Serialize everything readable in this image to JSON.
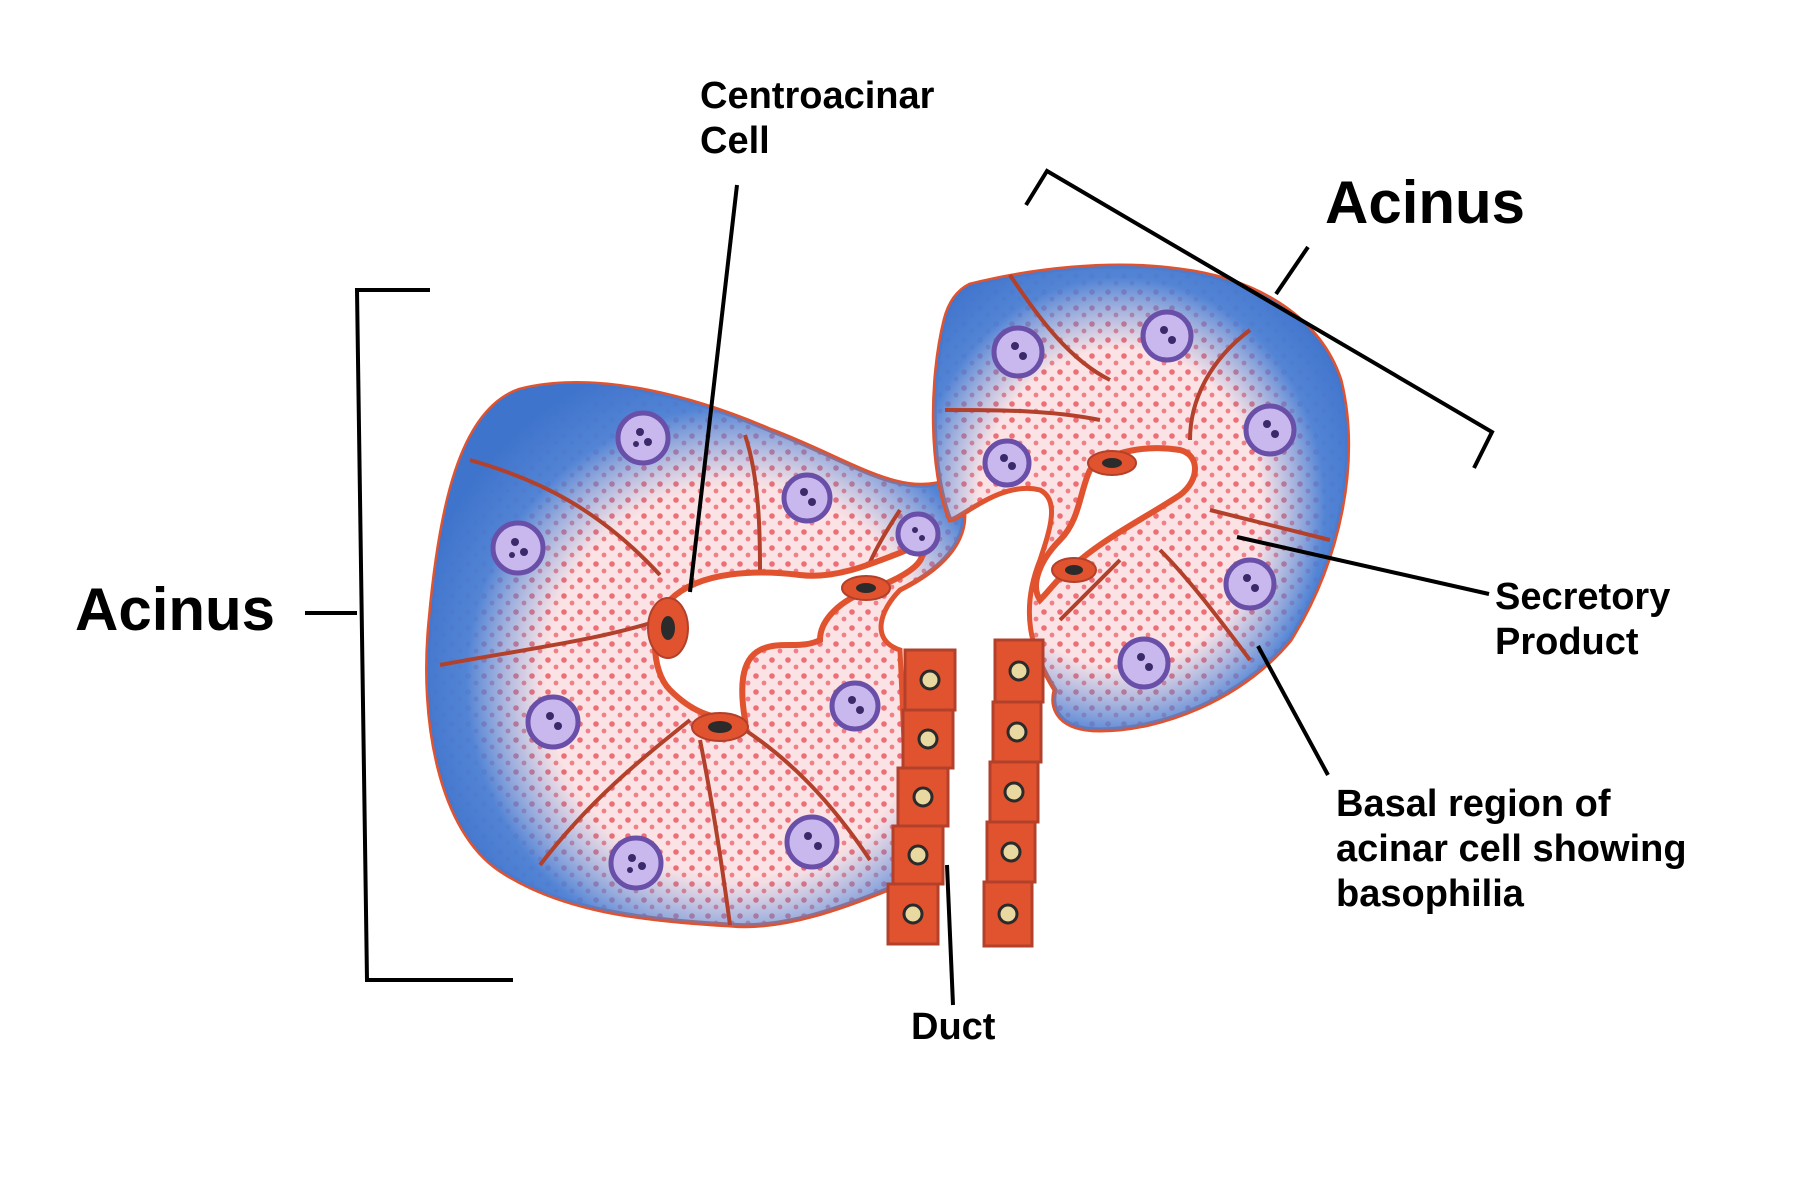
{
  "labels": {
    "acinus_left": "Acinus",
    "acinus_right": "Acinus",
    "centroacinar_line1": "Centroacinar",
    "centroacinar_line2": "Cell",
    "secretory_line1": "Secretory",
    "secretory_line2": "Product",
    "basal_line1": "Basal region of",
    "basal_line2": "acinar cell showing",
    "basal_line3": "basophilia",
    "duct": "Duct"
  },
  "colors": {
    "basophilic_blue": "#4a7fd4",
    "secretory_pink": "#f4a6ac",
    "granule_red": "#e8505a",
    "membrane_orange": "#e0532e",
    "nucleus_purple": "#6a4fa8",
    "leader_line": "#000000"
  }
}
